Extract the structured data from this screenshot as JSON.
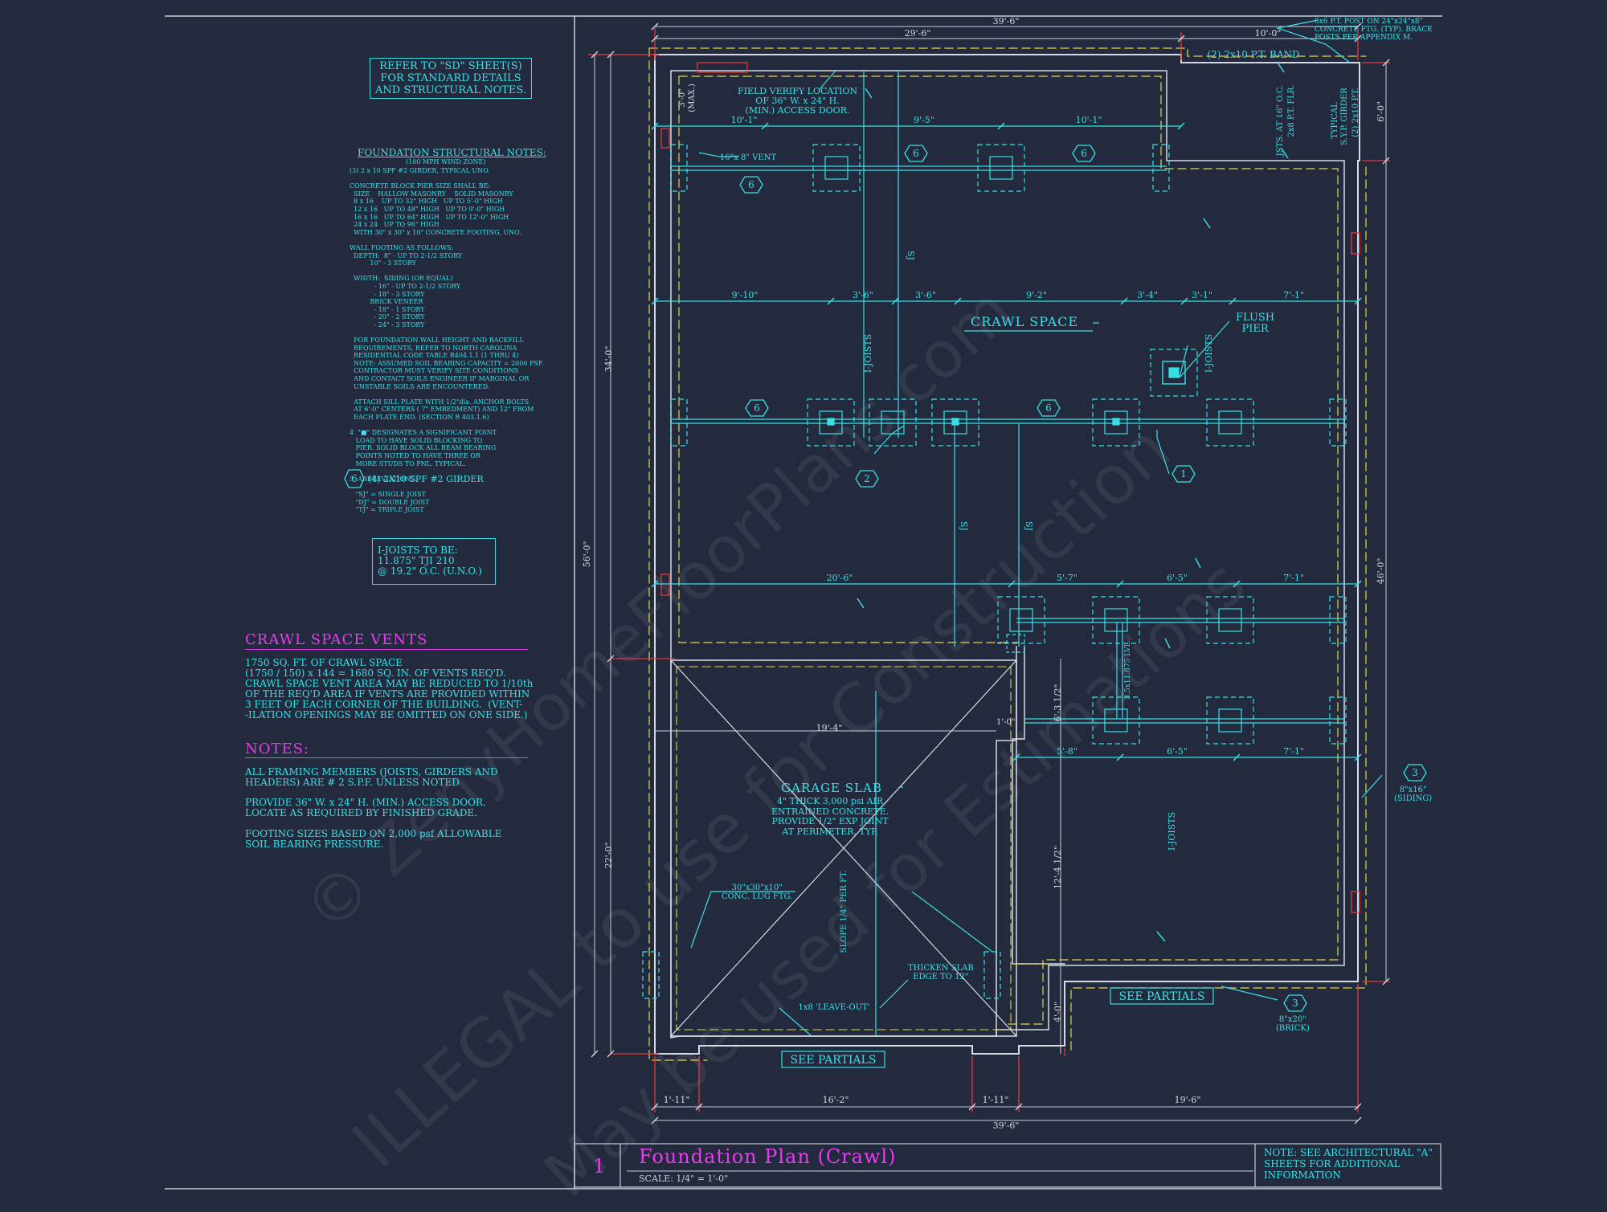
{
  "sheet": {
    "refer_note": "REFER TO \"SD\" SHEET(S)\nFOR STANDARD DETAILS\nAND STRUCTURAL NOTES.",
    "structural_notes_title": "FOUNDATION STRUCTURAL NOTES:",
    "structural_notes_sub": "(100 MPH WIND ZONE)",
    "structural_notes_body": "(3) 2 x 10 SPF #2 GIRDER, TYPICAL UNO.\n\nCONCRETE BLOCK PIER SIZE SHALL BE:\n  SIZE    HALLOW MASONRY    SOLID MASONRY\n  8 x 16    UP TO 32\" HIGH   UP TO 5'-0\" HIGH\n  12 x 16   UP TO 48\" HIGH   UP TO 9'-0\" HIGH\n  16 x 16   UP TO 64\" HIGH   UP TO 12'-0\" HIGH\n  24 x 24   UP TO 96\" HIGH\n  WITH 30\" x 30\" x 10\" CONCRETE FOOTING, UNO.\n\nWALL FOOTING AS FOLLOWS:\n  DEPTH:  8\" - UP TO 2-1/2 STORY\n          10\" - 3 STORY\n\n  WIDTH:  SIDING (OR EQUAL)\n            - 16\" - UP TO 2-1/2 STORY\n            - 18\" - 3 STORY\n          BRICK VENEER\n            - 18\" - 1 STORY\n            - 20\" - 2 STORY\n            - 24\" - 3 STORY\n\n  FOR FOUNDATION WALL HEIGHT AND BACKFILL\n  REQUIREMENTS, REFER TO NORTH CAROLINA\n  RESIDENTIAL CODE TABLE R404.1.1 (1 THRU 4)\n  NOTE: ASSUMED SOIL BEARING CAPACITY = 2000 PSF.\n  CONTRACTOR MUST VERIFY SITE CONDITIONS\n  AND CONTACT SOILS ENGINEER IF MARGINAL OR\n  UNSTABLE SOILS ARE ENCOUNTERED.\n\n  ATTACH SILL PLATE WITH 1/2\"dia. ANCHOR BOLTS\n  AT 6'-0\" CENTERS ( 7\" EMBEDMENT) AND 12\" FROM\n  EACH PLATE END. (SECTION R 403.1.6)\n\n4  \"■\" DESIGNATES A SIGNIFICANT POINT\n   LOAD TO HAVE SOLID BLOCKING TO\n   PIER. SOLID BLOCK ALL BEAM BEARING\n   POINTS NOTED TO HAVE THREE OR\n   MORE STUDS TO PNL. TYPICAL.\n\n5  ABBREVIATIONS:\n\n   \"SJ\" = SINGLE JOIST\n   \"DJ\" = DOUBLE JOIST\n   \"TJ\" = TRIPLE JOIST",
    "girder_note": "(4) 2X10 SPF #2 GIRDER",
    "ijoist_note": "I-JOISTS TO BE:\n11.875\" TJI 210\n@ 19.2\" O.C. (U.N.O.)",
    "vents_title": "CRAWL SPACE VENTS",
    "vents_body": "1750 SQ. FT. OF CRAWL SPACE\n(1750 / 150) x 144 = 1680 SQ. IN. OF VENTS REQ'D.\nCRAWL SPACE VENT AREA MAY BE REDUCED TO 1/10th\nOF THE REQ'D AREA IF VENTS ARE PROVIDED WITHIN\n3 FEET OF EACH CORNER OF THE BUILDING.  (VENT-\n-ILATION OPENINGS MAY BE OMITTED ON ONE SIDE.)",
    "notes_title": "NOTES:",
    "notes_1": "ALL FRAMING MEMBERS (JOISTS, GIRDERS AND\nHEADERS) ARE # 2 S.P.F. UNLESS NOTED",
    "notes_2": "PROVIDE 36\" W. x 24\" H. (MIN.) ACCESS DOOR.\nLOCATE AS REQUIRED BY FINISHED GRADE.",
    "notes_3": "FOOTING SIZES BASED ON 2,000 psf ALLOWABLE\nSOIL BEARING PRESSURE.",
    "title_number": "1",
    "title": "Foundation Plan (Crawl)",
    "scale": "SCALE: 1/4\" = 1'-0\"",
    "title_note": "NOTE: SEE ARCHITECTURAL \"A\"\nSHEETS FOR ADDITIONAL\nINFORMATION",
    "watermark_1": "© ZenyHomeFloorPlans.com",
    "watermark_2": "ILLEGAL to use for Construction",
    "watermark_3": "May be used for Estimations"
  },
  "plan": {
    "dims": {
      "overall_top": "39'-6\"",
      "top_left": "29'-6\"",
      "top_right": "10'-0\"",
      "overall_bottom": "39'-6\"",
      "bottom_1": "1'-11\"",
      "bottom_2": "16'-2\"",
      "bottom_3": "1'-11\"",
      "bottom_4": "19'-6\"",
      "left_overall": "56'-0\"",
      "left_upper": "34'-0\"",
      "left_lower": "22'-0\"",
      "right_top": "6'-0\"",
      "right_main": "46'-0\"",
      "row1_a": "10'-1\"",
      "row1_b": "9'-5\"",
      "row1_c": "10'-1\"",
      "row2_a": "9'-10\"",
      "row2_b": "3'-6\"",
      "row2_c": "3'-6\"",
      "row2_d": "9'-2\"",
      "row2_e": "3'-4\"",
      "row2_f": "3'-1\"",
      "row2_g": "7'-1\"",
      "row3_a": "20'-6\"",
      "row3_b": "5'-7\"",
      "row3_c": "6'-5\"",
      "row3_d": "7'-1\"",
      "row4_a": "5'-8\"",
      "row4_b": "6'-5\"",
      "row4_c": "7'-1\"",
      "garage_w": "19'-4\"",
      "step": "1'-0\"",
      "vert_a": "6'-3 1/2\"",
      "vert_b": "12'-4 1/2\"",
      "vert_c": "4'-0\"",
      "access_h": "3'-0\" (MAX.)"
    },
    "labels": {
      "crawl": "CRAWL SPACE",
      "garage_title": "GARAGE SLAB",
      "garage_body": "4\" THICK 3,000 psi AIR\nENTRAINED CONCRETE.\nPROVIDE 1/2\" EXP JOINT\nAT PERIMETER, TYP.",
      "field_verify": "FIELD VERIFY LOCATION\nOF 36\" W. x 24\" H.\n(MIN.) ACCESS DOOR.",
      "vent": "16\"x 8\" VENT",
      "flush_pier": "FLUSH\nPIER",
      "post": "6x6 P.T. POST ON 24\"x24\"x8\"\nCONCRETE FTG. (TYP). BRACE\nPOSTS PER APPENDIX M.",
      "band": "(2) 2x10 P.T. BAND",
      "joists_16": "JSTS. AT 16\" O.C.",
      "pt_flr": "2x8 P.T. FLR.",
      "sp_girder": "TYPICAL\nS.Y.P. GIRDER",
      "sp_girder2": "(2) 2x10 P.T.",
      "lug": "30\"x30\"x10\"\nCONC. LUG FTG.",
      "leave_out": "1x8 'LEAVE-OUT'",
      "thicken": "THICKEN SLAB\nEDGE TO 12\"",
      "slope": "SLOPE 1/4\" PER FT.",
      "see_partials": "SEE PARTIALS",
      "siding": "8\"x16\"\n(SIDING)",
      "brick": "8\"x20\"\n(BRICK)",
      "ijoists": "I-JOISTS",
      "sj": "SJ",
      "lvl": "3.5x11.875 LVL",
      "tag6": "6",
      "tag3": "3",
      "tag2": "2",
      "tag1": "1"
    }
  }
}
